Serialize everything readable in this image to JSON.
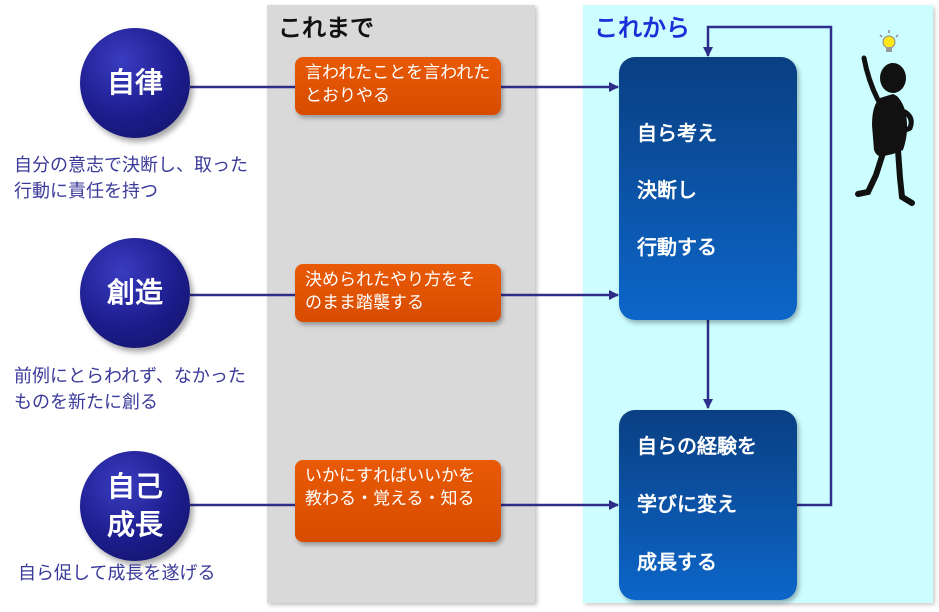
{
  "panels": {
    "before_title": "これまで",
    "after_title": "これから"
  },
  "rows": [
    {
      "circle_lines": [
        "自律"
      ],
      "description": "自分の意志で決断し、取った行動に責任を持つ",
      "before_text": "言われたことを言われたとおりやる"
    },
    {
      "circle_lines": [
        "創造"
      ],
      "description": "前例にとらわれず、なかったものを新たに創る",
      "before_text": "決められたやり方をそのまま踏襲する"
    },
    {
      "circle_lines": [
        "自己",
        "成長"
      ],
      "description": "自ら促して成長を遂げる",
      "before_text": "いかにすればいいかを教わる・覚える・知る"
    }
  ],
  "after_boxes": [
    {
      "lines": [
        "自ら考え",
        "決断し",
        "行動する"
      ]
    },
    {
      "lines": [
        "自らの経験を",
        "学びに変え",
        "成長する"
      ]
    }
  ],
  "colors": {
    "circle": "#1c1c8c",
    "description_text": "#3a3a9a",
    "orange_box": "#e05206",
    "blue_box": "#0b55a8",
    "arrow": "#2e2e8a",
    "panel_before": "#d9d9d9",
    "panel_after": "#ccfdff",
    "after_title": "#1a2fd8"
  },
  "icons": {
    "figure": "thinking-person-icon",
    "idea": "light-bulb-icon"
  }
}
